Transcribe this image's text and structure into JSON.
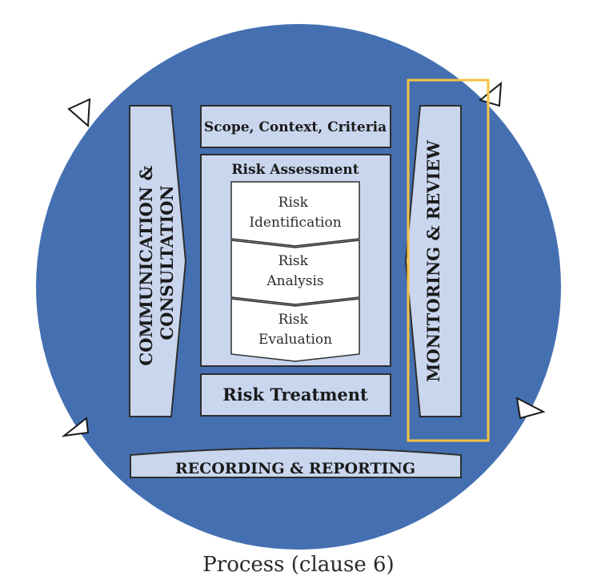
{
  "colors": {
    "circle": "#4470b2",
    "panel": "#c9d6ee",
    "panel_stroke": "#2e2e2e",
    "chevron": "#ffffff",
    "highlight": "#f5c242",
    "marker": "#ffffff"
  },
  "left_bar": {
    "line1": "COMMUNICATION &",
    "line2": "CONSULTATION"
  },
  "right_bar": {
    "label": "MONITORING & REVIEW"
  },
  "scope_box": {
    "label": "Scope, Context, Criteria"
  },
  "assessment": {
    "title": "Risk Assessment",
    "steps": [
      {
        "line1": "Risk",
        "line2": "Identification"
      },
      {
        "line1": "Risk",
        "line2": "Analysis"
      },
      {
        "line1": "Risk",
        "line2": "Evaluation"
      }
    ]
  },
  "treatment": {
    "label": "Risk Treatment"
  },
  "bottom_bar": {
    "label": "RECORDING & REPORTING"
  },
  "markers": [
    "triangle-marker",
    "triangle-marker",
    "triangle-marker",
    "triangle-marker"
  ],
  "caption": "Process (clause 6)"
}
